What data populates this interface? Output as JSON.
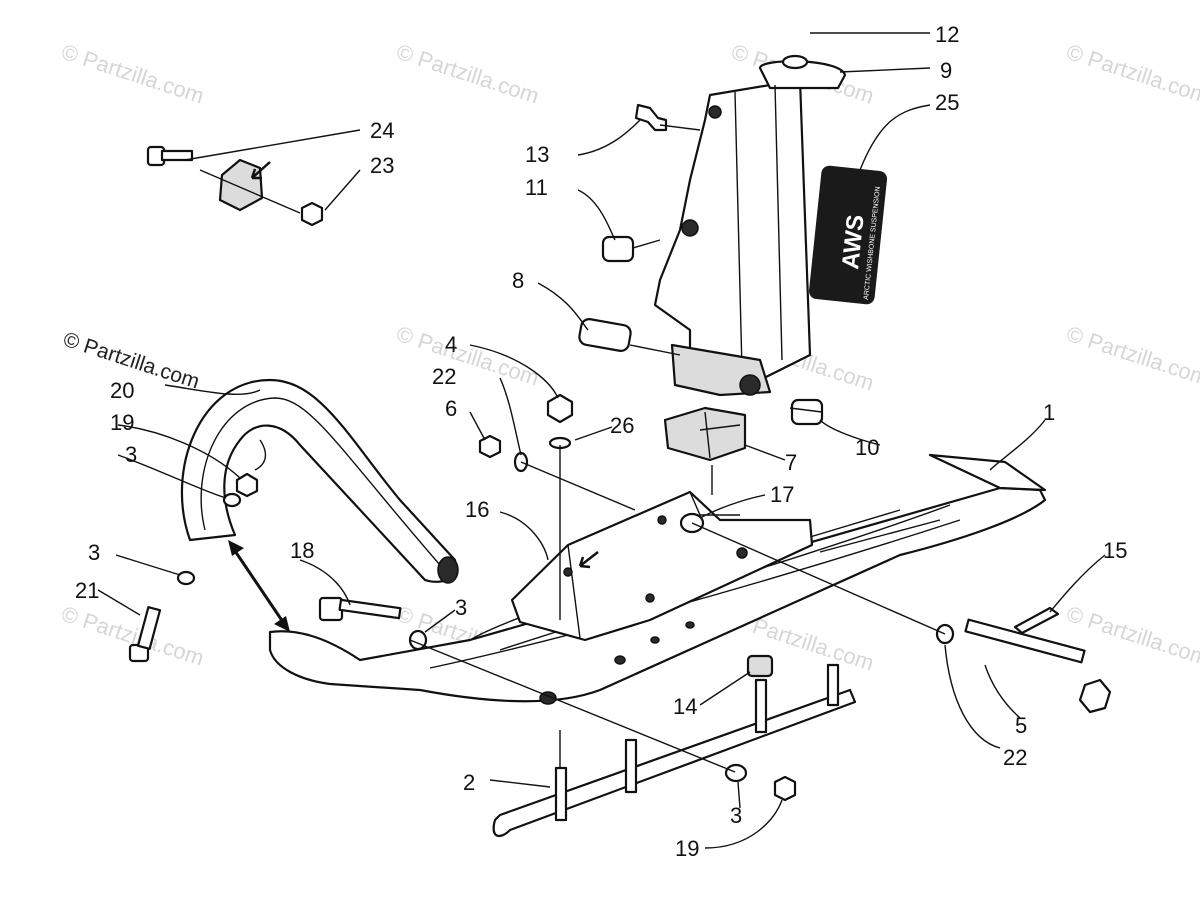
{
  "watermarks": [
    "© Partzilla.com",
    "© Partzilla.com",
    "© Partzilla.com",
    "© Partzilla.com",
    "© Partzilla.com",
    "© Partzilla.com",
    "© Partzilla.com",
    "© Partzilla.com",
    "© Partzilla.com",
    "© Partzilla.com",
    "© Partzilla.com"
  ],
  "copyright": "© Partzilla.com",
  "decal": {
    "logo_text": "AWS",
    "subtitle": "ARCTIC WISHBONE SUSPENSION"
  },
  "callouts": [
    "12",
    "9",
    "25",
    "13",
    "11",
    "24",
    "23",
    "8",
    "4",
    "22",
    "6",
    "26",
    "10",
    "1",
    "7",
    "17",
    "16",
    "18",
    "3",
    "15",
    "19",
    "20",
    "3",
    "21",
    "3",
    "14",
    "5",
    "22",
    "2",
    "3",
    "19"
  ]
}
